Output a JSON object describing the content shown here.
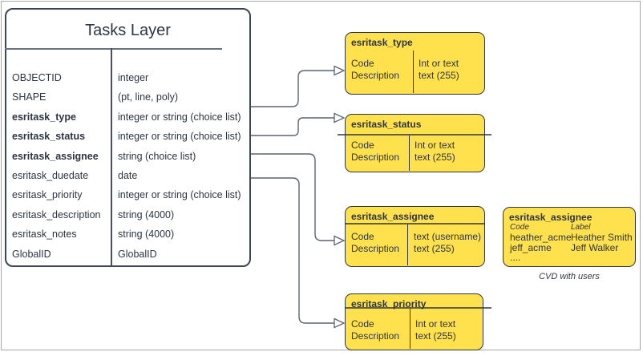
{
  "tasks_table": {
    "title": "Tasks Layer",
    "rows": [
      {
        "name": "OBJECTID",
        "type": "integer",
        "bold": false
      },
      {
        "name": "SHAPE",
        "type": "(pt, line, poly)",
        "bold": false
      },
      {
        "name": "esritask_type",
        "type": "integer or string (choice list)",
        "bold": true
      },
      {
        "name": "esritask_status",
        "type": "integer or string (choice list)",
        "bold": true
      },
      {
        "name": "esritask_assignee",
        "type": "string (choice list)",
        "bold": true
      },
      {
        "name": "esritask_duedate",
        "type": "date",
        "bold": false
      },
      {
        "name": "esritask_priority",
        "type": "integer or string (choice list)",
        "bold": false
      },
      {
        "name": "esritask_description",
        "type": "string (4000)",
        "bold": false
      },
      {
        "name": "esritask_notes",
        "type": "string (4000)",
        "bold": false
      },
      {
        "name": "GlobalID",
        "type": "GlobalID",
        "bold": false
      }
    ]
  },
  "domain_boxes": [
    {
      "title": "esritask_type",
      "fields": [
        "Code",
        "Description"
      ],
      "types": [
        "Int or text",
        "text (255)"
      ]
    },
    {
      "title": "esritask_status",
      "fields": [
        "Code",
        "Description"
      ],
      "types": [
        "Int or text",
        "text (255)"
      ]
    },
    {
      "title": "esritask_assignee",
      "fields": [
        "Code",
        "Description"
      ],
      "types": [
        "text  (username)",
        "text (255)"
      ]
    },
    {
      "title": "esritask_priority",
      "fields": [
        "Code",
        "Description"
      ],
      "types": [
        "Int or text",
        "text (255)"
      ]
    }
  ],
  "cvd_box": {
    "title": "esritask_assignee",
    "columns": [
      "Code",
      "Label"
    ],
    "rows": [
      {
        "code": "heather_acme",
        "label": "Heather Smith"
      },
      {
        "code": "jeff_acme",
        "label": "Jeff Walker"
      }
    ],
    "more": "....",
    "caption": "CVD with users"
  },
  "colors": {
    "domain_fill": "#FFE14D",
    "domain_border": "#2F3542",
    "table_border": "#3D4455",
    "connector": "#5B6472",
    "text": "#2D3442",
    "frame": "#A8A8A8"
  }
}
